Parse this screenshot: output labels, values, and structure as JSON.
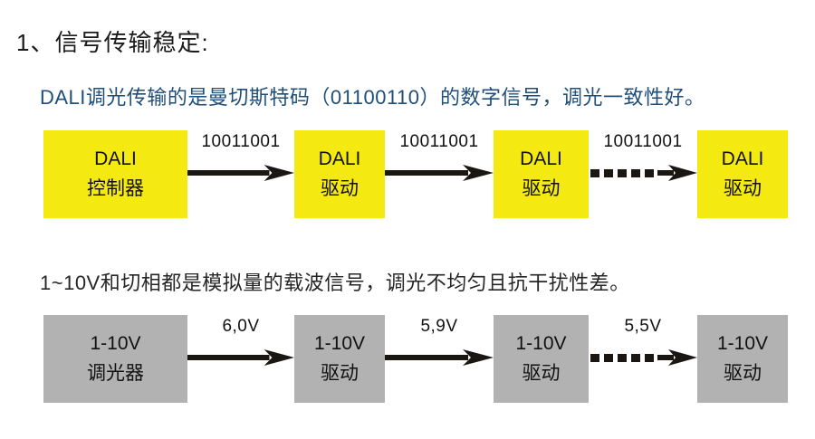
{
  "heading": "1、信号传输稳定:",
  "sections": [
    {
      "name": "dali",
      "paragraph": "DALI调光传输的是曼切斯特码（01100110）的数字信号，调光一致性好。",
      "paragraph_color": "#1f4e79",
      "box_color": "#f5e912",
      "nodes": [
        {
          "line1": "DALI",
          "line2": "控制器"
        },
        {
          "line1": "DALI",
          "line2": "驱动"
        },
        {
          "line1": "DALI",
          "line2": "驱动"
        },
        {
          "line1": "DALI",
          "line2": "驱动"
        }
      ],
      "links": [
        {
          "label": "10011001",
          "style": "solid"
        },
        {
          "label": "10011001",
          "style": "solid"
        },
        {
          "label": "10011001",
          "style": "dashed"
        }
      ]
    },
    {
      "name": "analog",
      "paragraph": "1~10V和切相都是模拟量的载波信号，调光不均匀且抗干扰性差。",
      "paragraph_color": "#262626",
      "box_color": "#b2b2b2",
      "nodes": [
        {
          "line1": "1-10V",
          "line2": "调光器"
        },
        {
          "line1": "1-10V",
          "line2": "驱动"
        },
        {
          "line1": "1-10V",
          "line2": "驱动"
        },
        {
          "line1": "1-10V",
          "line2": "驱动"
        }
      ],
      "links": [
        {
          "label": "6,0V",
          "style": "solid"
        },
        {
          "label": "5,9V",
          "style": "solid"
        },
        {
          "label": "5,5V",
          "style": "dashed"
        }
      ]
    }
  ]
}
